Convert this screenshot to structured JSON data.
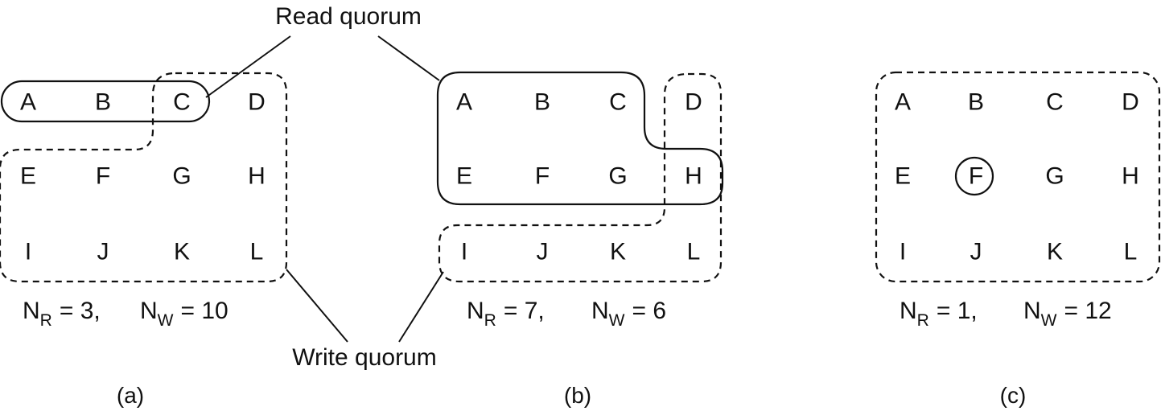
{
  "annotations": {
    "read_quorum": "Read quorum",
    "write_quorum": "Write quorum"
  },
  "panels": [
    {
      "id": "a",
      "caption": "(a)",
      "rows": [
        [
          "A",
          "B",
          "C",
          "D"
        ],
        [
          "E",
          "F",
          "G",
          "H"
        ],
        [
          "I",
          "J",
          "K",
          "L"
        ]
      ],
      "read_quorum": [
        "A",
        "B",
        "C"
      ],
      "write_quorum": [
        "C",
        "D",
        "E",
        "F",
        "G",
        "H",
        "I",
        "J",
        "K",
        "L"
      ],
      "formula": {
        "n": "N",
        "r_sub": "R",
        "r_val": "= 3,",
        "w_sub": "W",
        "w_val": "= 10"
      }
    },
    {
      "id": "b",
      "caption": "(b)",
      "rows": [
        [
          "A",
          "B",
          "C",
          "D"
        ],
        [
          "E",
          "F",
          "G",
          "H"
        ],
        [
          "I",
          "J",
          "K",
          "L"
        ]
      ],
      "read_quorum": [
        "A",
        "B",
        "C",
        "E",
        "F",
        "G",
        "H"
      ],
      "write_quorum": [
        "D",
        "H",
        "I",
        "J",
        "K",
        "L"
      ],
      "formula": {
        "n": "N",
        "r_sub": "R",
        "r_val": "= 7,",
        "w_sub": "W",
        "w_val": "= 6"
      }
    },
    {
      "id": "c",
      "caption": "(c)",
      "rows": [
        [
          "A",
          "B",
          "C",
          "D"
        ],
        [
          "E",
          "F",
          "G",
          "H"
        ],
        [
          "I",
          "J",
          "K",
          "L"
        ]
      ],
      "read_quorum": [
        "F"
      ],
      "write_quorum": [
        "A",
        "B",
        "C",
        "D",
        "E",
        "F",
        "G",
        "H",
        "I",
        "J",
        "K",
        "L"
      ],
      "formula": {
        "n": "N",
        "r_sub": "R",
        "r_val": "= 1,",
        "w_sub": "W",
        "w_val": "= 12"
      }
    }
  ]
}
